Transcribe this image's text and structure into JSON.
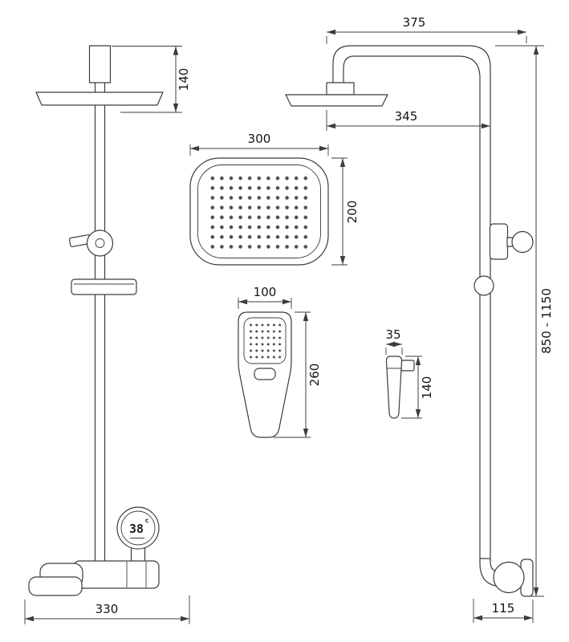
{
  "drawing": {
    "type": "shower-column-technical-drawing",
    "views": [
      "front-view",
      "side-view",
      "overhead-shower-top-view",
      "hand-shower-front-view",
      "hand-shower-side-view"
    ]
  },
  "dims": {
    "front_head_height": "140",
    "front_base_width": "330",
    "side_arm_reach": "375",
    "side_head_offset": "345",
    "side_column_height": "850 - 1150",
    "side_wall_offset": "115",
    "head_width": "300",
    "head_depth": "200",
    "hand_width": "100",
    "hand_length": "260",
    "hand_depth": "35",
    "hand_head_length": "140"
  },
  "display": {
    "temperature": "38",
    "unit": "c"
  },
  "colors": {
    "line": "#3c3c3c",
    "text": "#141414",
    "background": "#ffffff"
  }
}
